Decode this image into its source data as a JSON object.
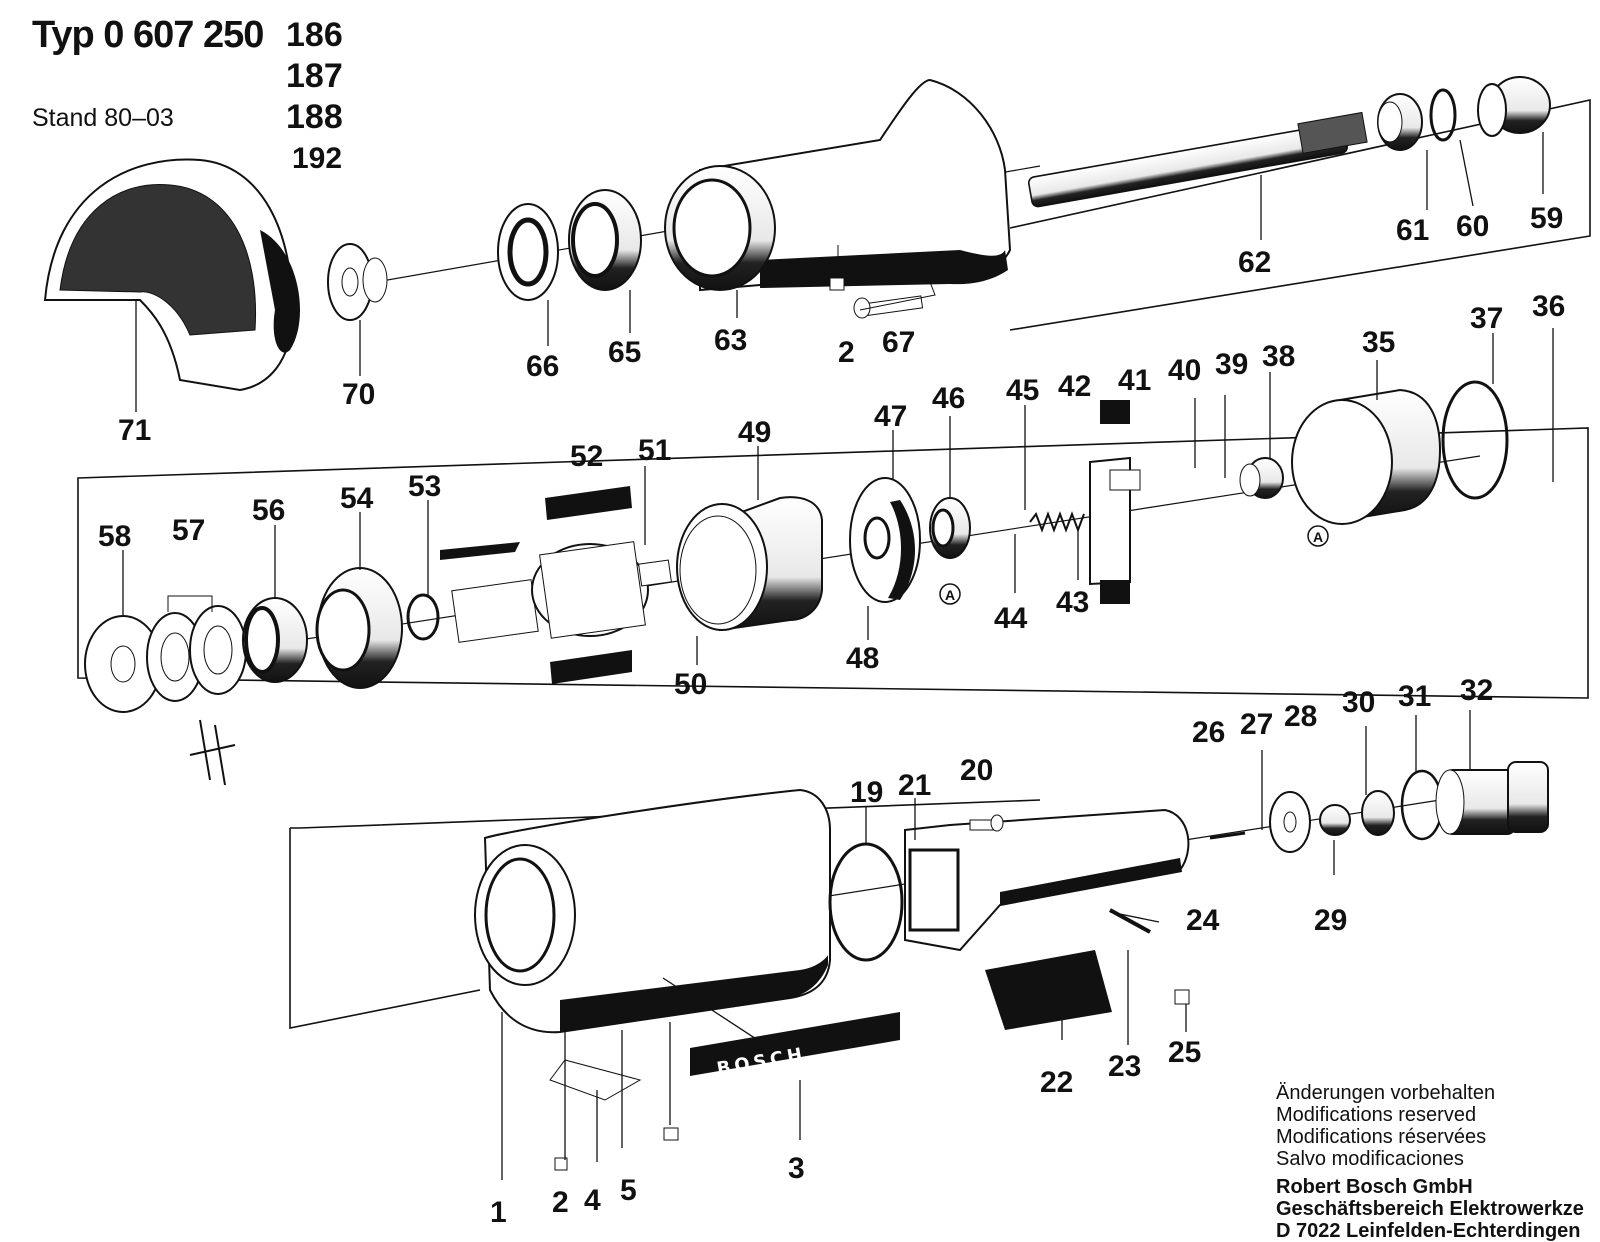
{
  "header": {
    "title": "Typ 0 607 250",
    "variants": [
      "186",
      "187",
      "188",
      "192"
    ],
    "stand": "Stand 80–03"
  },
  "notes": {
    "lines": [
      "Änderungen vorbehalten",
      "Modifications reserved",
      "Modifications réservées",
      "Salvo modificaciones"
    ],
    "company": [
      "Robert Bosch GmbH",
      "Geschäftsbereich Elektrowerkze",
      "D 7022 Leinfelden-Echterdingen"
    ]
  },
  "logo": "BOSCH",
  "parts": {
    "p1": "1",
    "p2a": "2",
    "p2b": "2",
    "p3": "3",
    "p4": "4",
    "p5": "5",
    "p19": "19",
    "p20": "20",
    "p21": "21",
    "p22": "22",
    "p23": "23",
    "p24": "24",
    "p25": "25",
    "p26": "26",
    "p27": "27",
    "p28": "28",
    "p29": "29",
    "p30": "30",
    "p31": "31",
    "p32": "32",
    "p35": "35",
    "p36": "36",
    "p37": "37",
    "p38": "38",
    "p39": "39",
    "p40": "40",
    "p41": "41",
    "p42": "42",
    "p43": "43",
    "p44": "44",
    "p45": "45",
    "p46": "46",
    "p47": "47",
    "p48": "48",
    "p49": "49",
    "p50": "50",
    "p51": "51",
    "p52": "52",
    "p53": "53",
    "p54": "54",
    "p56": "56",
    "p57": "57",
    "p58": "58",
    "p59": "59",
    "p60": "60",
    "p61": "61",
    "p62": "62",
    "p63": "63",
    "p65": "65",
    "p66": "66",
    "p67": "67",
    "p70": "70",
    "p71": "71"
  },
  "markers": {
    "a1": "A",
    "a2": "A"
  }
}
